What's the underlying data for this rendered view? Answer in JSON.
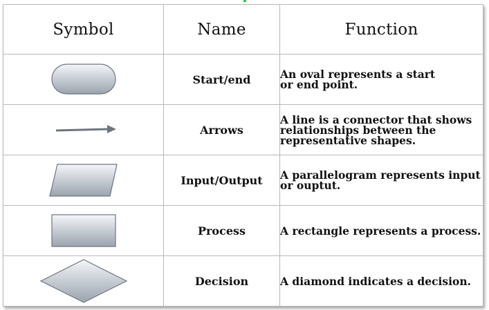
{
  "headers": {
    "symbol": "Symbol",
    "name": "Name",
    "function": "Function"
  },
  "rows": [
    {
      "icon": "oval-icon",
      "name": "Start/end",
      "function": "An oval represents a start\nor end point."
    },
    {
      "icon": "arrow-icon",
      "name": "Arrows",
      "function": "A line is a connector that shows\nrelationships between the\nrepresentative shapes."
    },
    {
      "icon": "parallelogram-icon",
      "name": "Input/Output",
      "function": "A parallelogram represents input\nor ouptut."
    },
    {
      "icon": "rectangle-icon",
      "name": "Process",
      "function": "A rectangle represents a process."
    },
    {
      "icon": "diamond-icon",
      "name": "Decision",
      "function": "A diamond indicates a decision."
    }
  ],
  "colors": {
    "shape_fill_light": "#f4f6f9",
    "shape_fill_dark": "#9aa3ae",
    "shape_stroke": "#6d7580",
    "grid": "#b8b8b8",
    "accent": "#2ecc40"
  }
}
